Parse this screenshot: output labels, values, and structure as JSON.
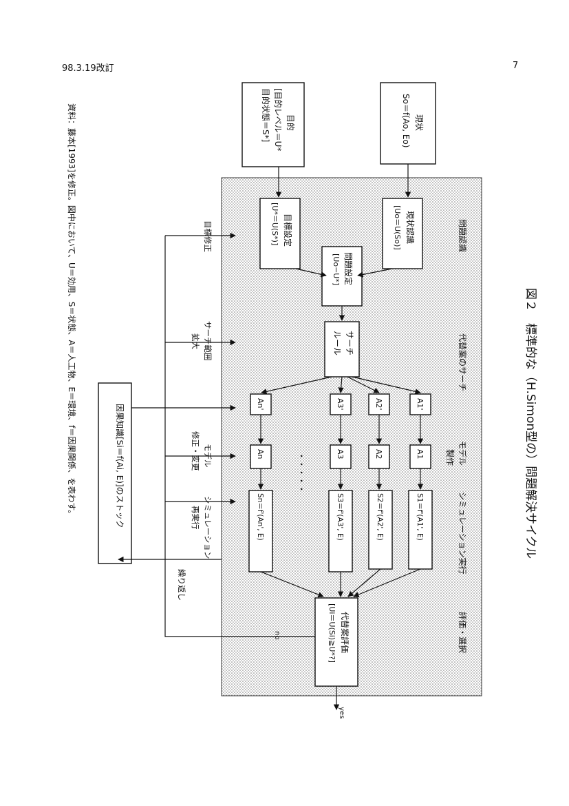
{
  "header": {
    "date": "98.3.19改訂",
    "page": "7"
  },
  "figure": {
    "title": "図２　標準的な（H.Simon型の）問題解決サイクル",
    "source_note": "資料：藤本[1993]を修正。図中において、U＝効用、S＝状態、A＝人工物、E＝環境、f＝因果関係、を表わす。"
  },
  "nodes": {
    "current": {
      "title": "現状",
      "formula": "So＝f(Ao, Eo)"
    },
    "goal": {
      "title": "目的",
      "line1": "[目的レベル＝U*",
      "line2": "目的状態＝S*]"
    },
    "recognize": {
      "title": "現状認識",
      "formula": "[Uo＝U(So)]"
    },
    "goal_set": {
      "title": "目標設定",
      "formula": "[U*＝U(S*)]"
    },
    "problem_set": {
      "title": "問題設定",
      "formula": "[Uo−U*]"
    },
    "search_rule": {
      "title": "サーチ",
      "line2": "ルール"
    },
    "alt_design": [
      "A1'",
      "A2'",
      "A3'",
      "An'"
    ],
    "alt_model": [
      "A1",
      "A2",
      "A3",
      "An"
    ],
    "alt_sim": [
      "S1＝f'(A1', E)",
      "S2＝f'(A2', E)",
      "S3＝f'(A3', E)",
      "Sn＝f'(An', E)"
    ],
    "evaluate": {
      "title": "代替案評価",
      "formula": "[Ui＝U(Si)≧U*?]"
    },
    "knowledge": {
      "text": "因果知識[Si＝f(Ai, E)]のストック"
    }
  },
  "phases": {
    "problem_recognition": "問題認識",
    "alternative_search": "代替案のサーチ",
    "model_make_1": "モデル",
    "model_make_2": "製作",
    "simulation_run": "シミュレーション実行",
    "eval_select": "評価・選択",
    "dots": "・・・・・"
  },
  "feedback": {
    "goal_revise": "目標修正",
    "search_expand_1": "サーチ範囲",
    "search_expand_2": "拡大",
    "model_revise_1": "モデル",
    "model_revise_2": "修正・変更",
    "sim_rerun_1": "シミュレーション",
    "sim_rerun_2": "再実行",
    "repeat": "繰り返し",
    "no": "no",
    "yes": "yes"
  }
}
